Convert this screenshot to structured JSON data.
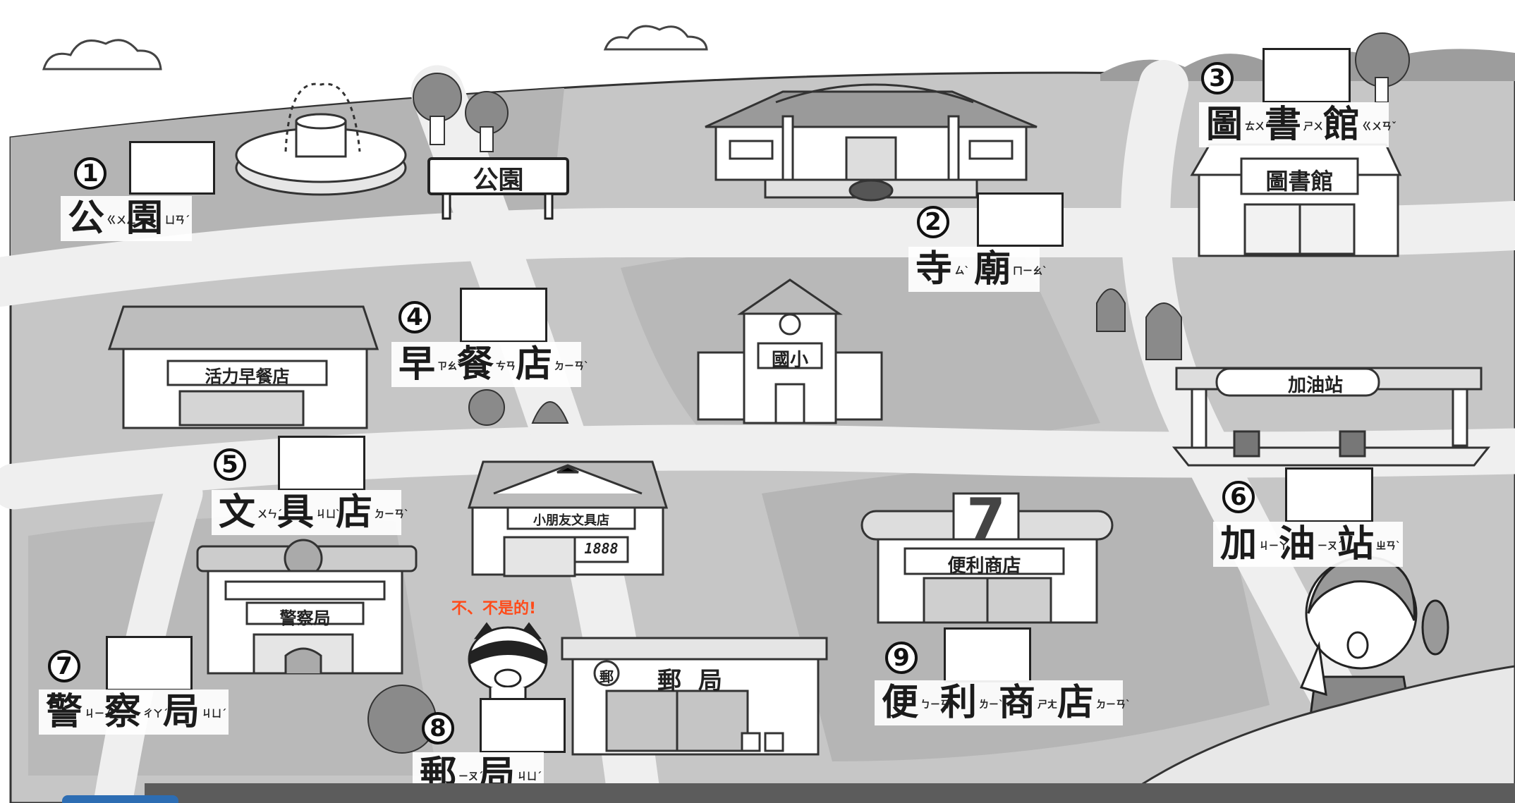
{
  "places": [
    {
      "number": "1",
      "chars": [
        {
          "c": "公",
          "r": "ㄍㄨㄥ"
        },
        {
          "c": "園",
          "r": "ㄩㄢˊ"
        }
      ]
    },
    {
      "number": "2",
      "chars": [
        {
          "c": "寺",
          "r": "ㄙˋ"
        },
        {
          "c": "廟",
          "r": "ㄇㄧㄠˋ"
        }
      ]
    },
    {
      "number": "3",
      "chars": [
        {
          "c": "圖",
          "r": "ㄊㄨˊ"
        },
        {
          "c": "書",
          "r": "ㄕㄨ"
        },
        {
          "c": "館",
          "r": "ㄍㄨㄢˇ"
        }
      ]
    },
    {
      "number": "4",
      "chars": [
        {
          "c": "早",
          "r": "ㄗㄠˇ"
        },
        {
          "c": "餐",
          "r": "ㄘㄢ"
        },
        {
          "c": "店",
          "r": "ㄉㄧㄢˋ"
        }
      ]
    },
    {
      "number": "5",
      "chars": [
        {
          "c": "文",
          "r": "ㄨㄣˊ"
        },
        {
          "c": "具",
          "r": "ㄐㄩˋ"
        },
        {
          "c": "店",
          "r": "ㄉㄧㄢˋ"
        }
      ]
    },
    {
      "number": "6",
      "chars": [
        {
          "c": "加",
          "r": "ㄐㄧㄚ"
        },
        {
          "c": "油",
          "r": "ㄧㄡˊ"
        },
        {
          "c": "站",
          "r": "ㄓㄢˋ"
        }
      ]
    },
    {
      "number": "7",
      "chars": [
        {
          "c": "警",
          "r": "ㄐㄧㄥˇ"
        },
        {
          "c": "察",
          "r": "ㄔㄚˊ"
        },
        {
          "c": "局",
          "r": "ㄐㄩˊ"
        }
      ]
    },
    {
      "number": "8",
      "chars": [
        {
          "c": "郵",
          "r": "ㄧㄡˊ"
        },
        {
          "c": "局",
          "r": "ㄐㄩˊ"
        }
      ]
    },
    {
      "number": "9",
      "chars": [
        {
          "c": "便",
          "r": "ㄅㄧㄢˋ"
        },
        {
          "c": "利",
          "r": "ㄌㄧˋ"
        },
        {
          "c": "商",
          "r": "ㄕㄤ"
        },
        {
          "c": "店",
          "r": "ㄉㄧㄢˋ"
        }
      ]
    }
  ],
  "signs": {
    "park": "公園",
    "library": "圖書館",
    "breakfast": "活力早餐店",
    "school": "國小",
    "gas": "加油站",
    "stationery": "小朋友文具店",
    "stationery_window": "1888",
    "police": "警察局",
    "post": "郵局",
    "post_logo": "郵",
    "convenience": "便利商店",
    "convenience_logo": "7"
  },
  "dog_speech": "不、不是的!",
  "colors": {
    "sky": "#ffffff",
    "ground": "#c8c8c8",
    "dark_ground": "#a9a9a9",
    "road": "#f0f0f0",
    "speech": "#ff4b1a"
  }
}
